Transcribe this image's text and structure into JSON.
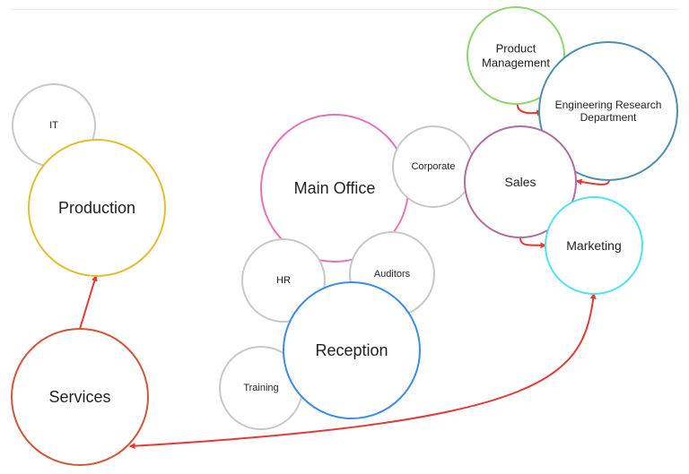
{
  "nodes": [
    {
      "id": "it",
      "label": "IT",
      "color": "#c8c8c8"
    },
    {
      "id": "production",
      "label": "Production",
      "color": "#e3bd32"
    },
    {
      "id": "services",
      "label": "Services",
      "color": "#d0573a"
    },
    {
      "id": "main-office",
      "label": "Main Office",
      "color": "#e672b4"
    },
    {
      "id": "corporate",
      "label": "Corporate",
      "color": "#c8c8c8"
    },
    {
      "id": "hr",
      "label": "HR",
      "color": "#c8c8c8"
    },
    {
      "id": "auditors",
      "label": "Auditors",
      "color": "#c8c8c8"
    },
    {
      "id": "training",
      "label": "Training",
      "color": "#c8c8c8"
    },
    {
      "id": "reception",
      "label": "Reception",
      "color": "#3a8ee6"
    },
    {
      "id": "product-management",
      "label": [
        "Product",
        "Management"
      ],
      "color": "#8fd46e"
    },
    {
      "id": "engineering-research",
      "label": [
        "Engineering Research",
        "Department"
      ],
      "color": "#4a90ad"
    },
    {
      "id": "sales",
      "label": "Sales",
      "color": "#b06ea0"
    },
    {
      "id": "marketing",
      "label": "Marketing",
      "color": "#4fe3ee"
    }
  ],
  "edges": [
    {
      "from": "services",
      "to": "production"
    },
    {
      "from": "marketing",
      "to": "services",
      "bidirectional": true
    },
    {
      "from": "product-management",
      "to": "engineering-research"
    },
    {
      "from": "engineering-research",
      "to": "sales"
    },
    {
      "from": "sales",
      "to": "marketing"
    }
  ],
  "edge_color": "#e53935"
}
